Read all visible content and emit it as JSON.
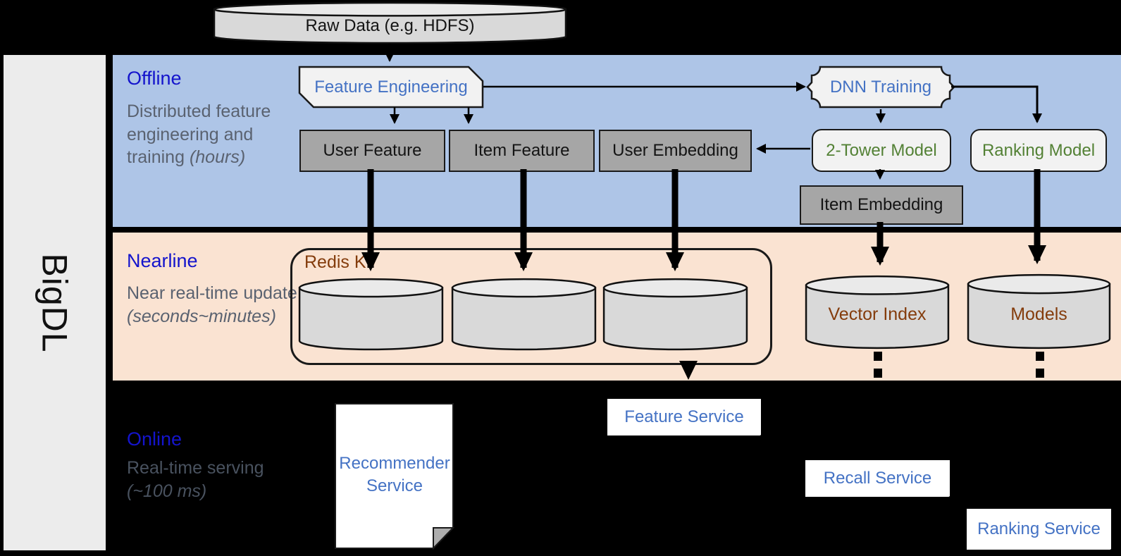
{
  "colors": {
    "offline_band": "#AEC5E7",
    "nearline_band": "#FAE3D2",
    "online_band": "#000000",
    "band_label_blue": "#1414CC",
    "subtitle_gray": "#5A6270",
    "node_blue_text": "#4472C4",
    "model_green_text": "#538135",
    "store_brown_text": "#843C0C",
    "gray_node_fill": "#A6A6A6",
    "light_node_fill": "#F2F2F2",
    "cylinder_fill": "#D9D9D9",
    "service_node_fill": "#FFFFFF"
  },
  "sidebar": {
    "brand": "BigDL"
  },
  "source": {
    "raw_data": "Raw Data (e.g. HDFS)"
  },
  "offline": {
    "title": "Offline",
    "subtitle": "Distributed feature engineering and training",
    "duration": "(hours)",
    "nodes": {
      "feature_engineering": "Feature Engineering",
      "dnn_training": "DNN Training",
      "user_feature": "User Feature",
      "item_feature": "Item Feature",
      "user_embedding": "User Embedding",
      "two_tower_model": "2-Tower Model",
      "ranking_model": "Ranking Model",
      "item_embedding": "Item Embedding"
    }
  },
  "nearline": {
    "title": "Nearline",
    "subtitle": "Near real-time update",
    "duration": "(seconds~minutes)",
    "nodes": {
      "redis_kv": "Redis KV",
      "vector_index": "Vector Index",
      "models": "Models"
    }
  },
  "online": {
    "title": "Online",
    "subtitle": "Real-time serving",
    "duration": "(~100 ms)",
    "nodes": {
      "recommender_service": "Recommender Service",
      "feature_service": "Feature Service",
      "recall_service": "Recall Service",
      "ranking_service": "Ranking Service"
    }
  }
}
